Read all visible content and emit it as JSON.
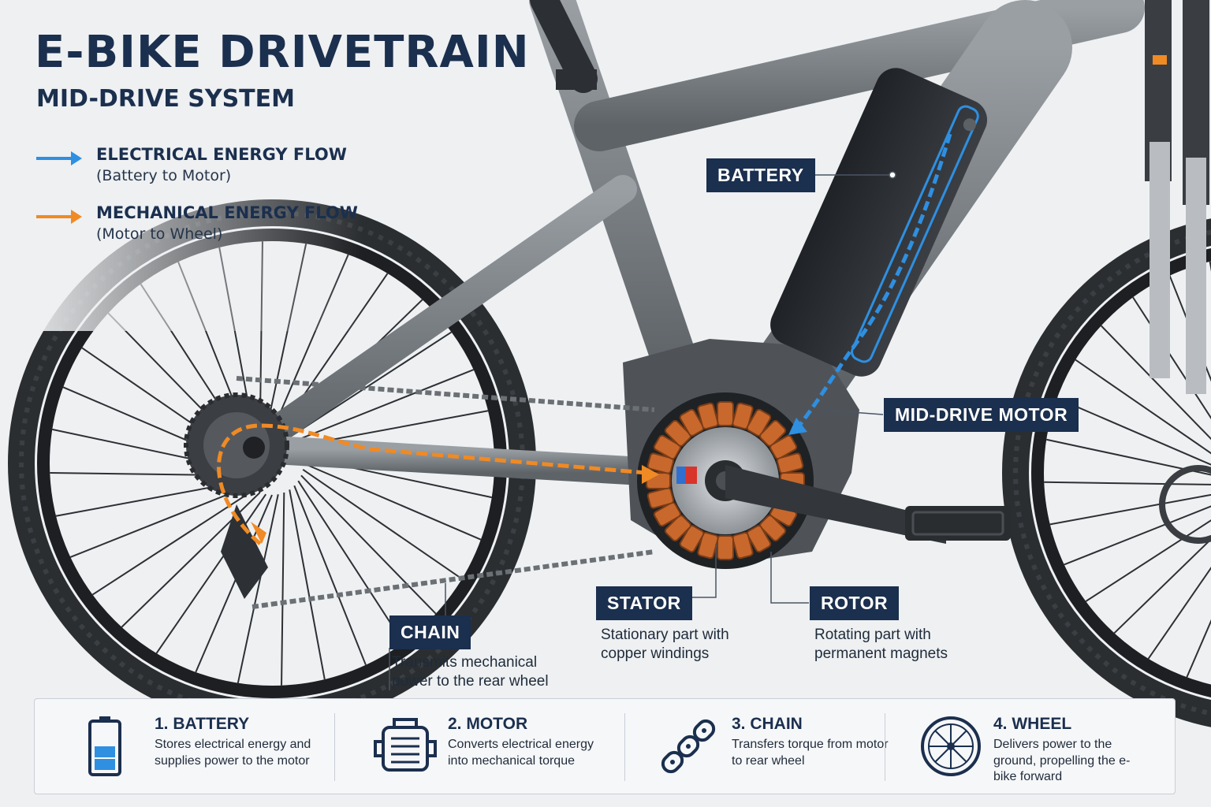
{
  "title": "E-BIKE DRIVETRAIN",
  "subtitle": "MID-DRIVE SYSTEM",
  "legend": [
    {
      "title": "ELECTRICAL ENERGY FLOW",
      "subtitle": "(Battery to Motor)",
      "color": "#2f8fe0"
    },
    {
      "title": "MECHANICAL ENERGY FLOW",
      "subtitle": "(Motor to Wheel)",
      "color": "#f08a24"
    }
  ],
  "callouts": {
    "battery": {
      "label": "BATTERY"
    },
    "motor": {
      "label": "MID-DRIVE MOTOR"
    },
    "stator": {
      "label": "STATOR",
      "desc": [
        "Stationary part with",
        "copper windings"
      ]
    },
    "rotor": {
      "label": "ROTOR",
      "desc": [
        "Rotating part with",
        "permanent magnets"
      ]
    },
    "chain": {
      "label": "CHAIN",
      "desc": [
        "Transmits mechanical",
        "power to the rear wheel"
      ]
    }
  },
  "steps": [
    {
      "title": "1. BATTERY",
      "desc": "Stores electrical energy and supplies power to the motor",
      "icon": "battery-icon"
    },
    {
      "title": "2. MOTOR",
      "desc": "Converts electrical energy into mechanical torque",
      "icon": "motor-icon"
    },
    {
      "title": "3. CHAIN",
      "desc": "Transfers torque from motor to rear wheel",
      "icon": "chain-icon"
    },
    {
      "title": "4. WHEEL",
      "desc": "Delivers power to the ground, propelling the e-bike forward",
      "icon": "wheel-icon"
    }
  ],
  "colors": {
    "navy": "#1b2f4e",
    "electrical": "#2f8fe0",
    "mechanical": "#f08a24",
    "copper": "#c8682c",
    "frame": "#7f8489"
  }
}
